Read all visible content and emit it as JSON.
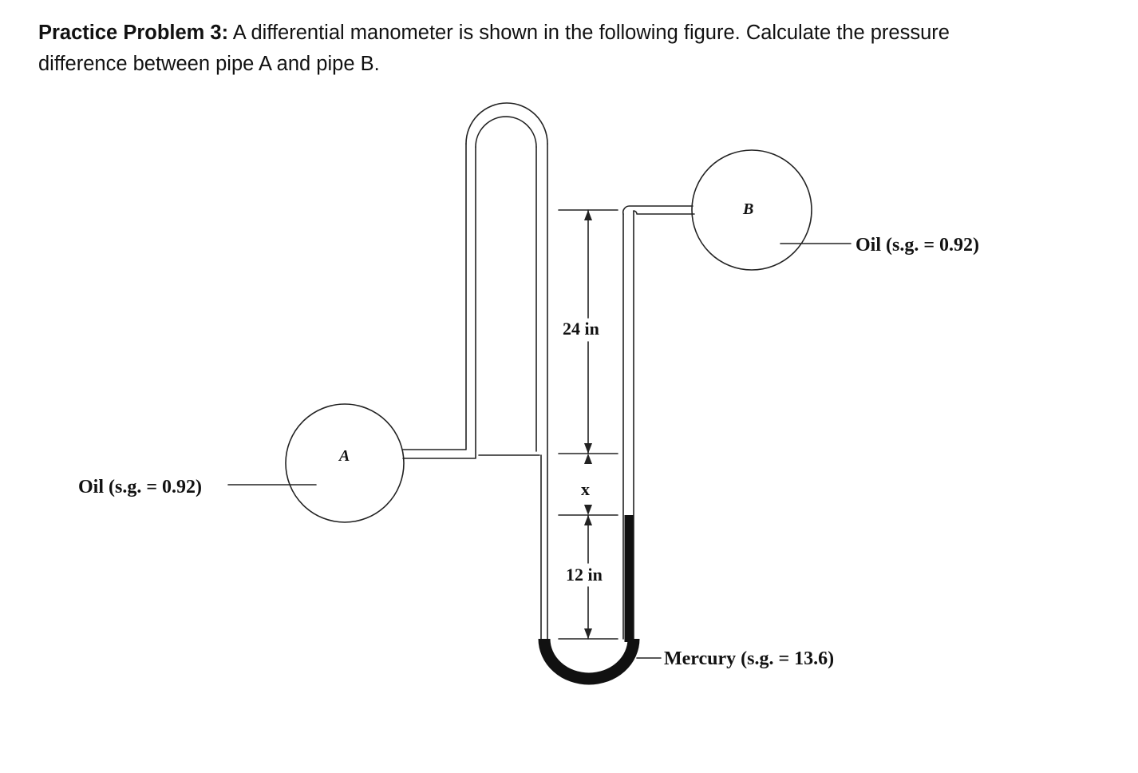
{
  "problem": {
    "label": "Practice Problem 3:",
    "text": " A differential manometer is shown in the following figure. Calculate the pressure difference between pipe A and pipe B."
  },
  "figure": {
    "pipe_a_label": "A",
    "pipe_b_label": "B",
    "oil_a_label": "Oil (s.g. = 0.92)",
    "oil_b_label": "Oil (s.g. = 0.92)",
    "mercury_label": "Mercury (s.g. = 13.6)",
    "dim_24": "24 in",
    "dim_x": "x",
    "dim_12": "12 in",
    "mercury_color": "#111111"
  }
}
